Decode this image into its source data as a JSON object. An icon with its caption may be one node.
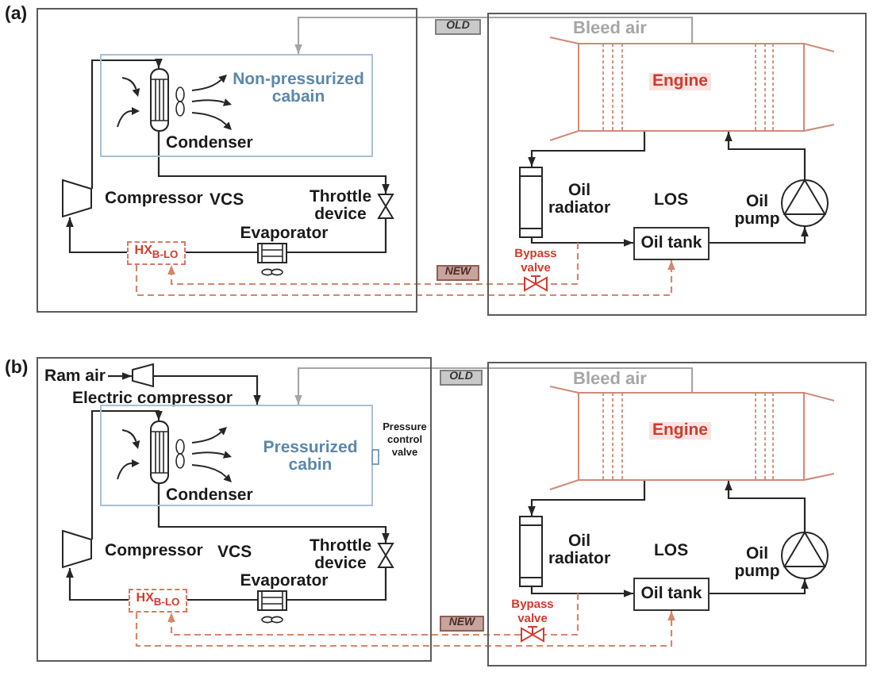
{
  "diagram": {
    "nodes": [
      {
        "text": [
          "VCS"
        ]
      },
      {
        "text": [
          "Non-pressurized cabain"
        ],
        "in": 0
      },
      {
        "text": [
          "Condenser"
        ],
        "in": 1
      },
      {
        "text": [
          "Compressor"
        ],
        "in": 0
      },
      {
        "text": [
          "Throttle device"
        ],
        "in": 0
      },
      {
        "text": [
          "Evaporator"
        ],
        "in": 0
      },
      {
        "text": [
          "HX$_{B-LO}$"
        ],
        "in": 0
      },
      {
        "text": [
          "LOS"
        ]
      },
      {
        "text": [
          "Engine"
        ],
        "in": 7
      },
      {
        "text": [
          "Oil radiator"
        ],
        "in": 7
      },
      {
        "text": [
          "Oil pump"
        ],
        "in": 7
      },
      {
        "text": [
          "Bypass valve"
        ],
        "in": 7
      },
      {
        "text": [
          "Oil tank"
        ],
        "in": 7
      },
      {
        "text": [
          "VCS"
        ]
      },
      {
        "text": [
          "Ram air"
        ],
        "in": 13
      },
      {
        "text": [
          "Electric compressor"
        ],
        "in": 13
      },
      {
        "text": [
          "Pressurized cabin"
        ],
        "in": 13
      },
      {
        "text": [
          "Condenser"
        ],
        "in": 16
      },
      {
        "text": [
          "Pressure control valve"
        ],
        "in": 13
      },
      {
        "text": [
          "Compressor"
        ],
        "in": 13
      },
      {
        "text": [
          "Throttle device"
        ],
        "in": 13
      },
      {
        "text": [
          "Evaporator"
        ],
        "in": 13
      },
      {
        "text": [
          "HX$_{B-LO}$"
        ],
        "in": 13
      },
      {
        "text": [
          "LOS"
        ]
      },
      {
        "text": [
          "Engine"
        ],
        "in": 23
      },
      {
        "text": [
          "Oil radiator"
        ],
        "in": 23
      },
      {
        "text": [
          "Oil pump"
        ],
        "in": 23
      },
      {
        "text": [
          "Bypass valve"
        ],
        "in": 23
      },
      {
        "text": [
          "Oil tank"
        ],
        "in": 23
      }
    ],
    "edges": [
      {
        "from": 3,
        "to": 2,
        "arrow": "to"
      },
      {
        "from": 2,
        "to": 4,
        "arrow": "to"
      },
      {
        "from": 4,
        "to": 5,
        "arrow": "none"
      },
      {
        "from": 5,
        "to": 6,
        "arrow": "none"
      },
      {
        "from": 6,
        "to": 3,
        "arrow": "to"
      },
      {
        "from": 8,
        "to": 1,
        "arrow": "to",
        "label": "Bleed air",
        "color": "#a6a6a6"
      },
      {
        "from": 8,
        "to": 9,
        "arrow": "to"
      },
      {
        "from": 9,
        "to": 12,
        "arrow": "to"
      },
      {
        "from": 12,
        "to": 10,
        "arrow": "to"
      },
      {
        "from": 10,
        "to": 8,
        "arrow": "to"
      },
      {
        "from": null,
        "to": 11,
        "arrow": "none",
        "style": "dashed",
        "color": "#d4876a"
      },
      {
        "from": 11,
        "to": 6,
        "arrow": "to",
        "style": "dashed",
        "color": "#d4876a"
      },
      {
        "from": 6,
        "to": 12,
        "arrow": "to",
        "style": "dashed",
        "color": "#d4876a"
      },
      {
        "from": 14,
        "to": 15,
        "arrow": "to"
      },
      {
        "from": 15,
        "to": 16,
        "arrow": "to"
      },
      {
        "from": 19,
        "to": 17,
        "arrow": "to"
      },
      {
        "from": 17,
        "to": 20,
        "arrow": "to"
      },
      {
        "from": 20,
        "to": 21,
        "arrow": "none"
      },
      {
        "from": 21,
        "to": 22,
        "arrow": "none"
      },
      {
        "from": 22,
        "to": 19,
        "arrow": "to"
      },
      {
        "from": 24,
        "to": 16,
        "arrow": "to",
        "label": "Bleed air",
        "color": "#a6a6a6"
      },
      {
        "from": 24,
        "to": 25,
        "arrow": "to"
      },
      {
        "from": 25,
        "to": 28,
        "arrow": "to"
      },
      {
        "from": 28,
        "to": 26,
        "arrow": "to"
      },
      {
        "from": 26,
        "to": 24,
        "arrow": "to"
      },
      {
        "from": null,
        "to": 27,
        "arrow": "none",
        "style": "dashed",
        "color": "#d4876a"
      },
      {
        "from": 27,
        "to": 22,
        "arrow": "to",
        "style": "dashed",
        "color": "#d4876a"
      },
      {
        "from": 22,
        "to": 28,
        "arrow": "to",
        "style": "dashed",
        "color": "#d4876a"
      }
    ],
    "labels": [
      "(a)",
      "OLD",
      "NEW",
      "(b)",
      "OLD",
      "NEW"
    ]
  }
}
